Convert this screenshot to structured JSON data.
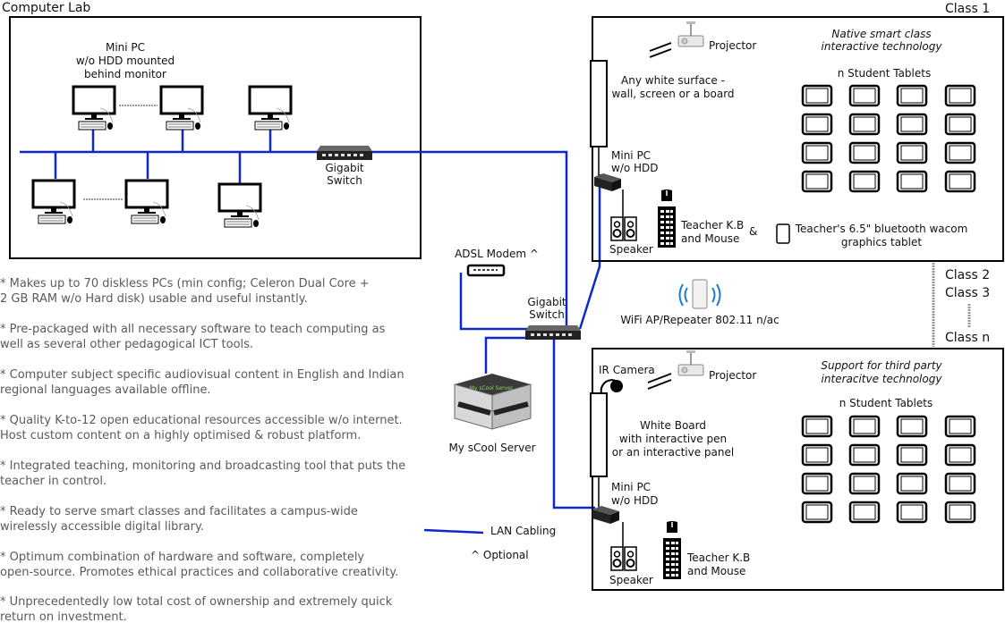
{
  "computer_lab": {
    "title": "Computer Lab",
    "mini_pc_note": [
      "Mini PC",
      "w/o HDD mounted",
      "behind monitor"
    ],
    "switch_label": [
      "Gigabit",
      "Switch"
    ]
  },
  "class1": {
    "title": "Class 1",
    "heading": [
      "Native smart class",
      "interactive technology"
    ],
    "projector": "Projector",
    "surface": [
      "Any white surface -",
      "wall, screen or a board"
    ],
    "tablets_label": "n Student Tablets",
    "mini_pc": [
      "Mini PC",
      "w/o HDD"
    ],
    "speaker": "Speaker",
    "keyboard": [
      "Teacher K.B",
      "and Mouse"
    ],
    "ampersand": "&",
    "wacom": [
      "Teacher's 6.5\" bluetooth wacom",
      "graphics tablet"
    ]
  },
  "class2": "Class 2",
  "class3": "Class 3",
  "classn": "Class n",
  "class_n": {
    "heading": [
      "Support for third party",
      "interacitve technology"
    ],
    "ir_camera": "IR Camera",
    "projector": "Projector",
    "board": [
      "White Board",
      "with interactive pen",
      "or an interactive panel"
    ],
    "tablets_label": "n Student Tablets",
    "mini_pc": [
      "Mini PC",
      "w/o HDD"
    ],
    "speaker": "Speaker",
    "keyboard": [
      "Teacher K.B",
      "and Mouse"
    ]
  },
  "network": {
    "modem": "ADSL Modem ^",
    "switch": [
      "Gigabit",
      "Switch"
    ],
    "wifi": "WiFi AP/Repeater 802.11 n/ac",
    "server": "My sCool Server",
    "server_badge": "My sCool Server"
  },
  "legend": {
    "lan": "LAN Cabling",
    "optional": "^  Optional"
  },
  "features": [
    [
      "* Makes up to 70 diskless PCs (min config; Celeron Dual Core +",
      "   2 GB RAM w/o Hard disk) usable and useful instantly."
    ],
    [
      "* Pre-packaged with all necessary software to teach computing as",
      "  well as several other pedagogical ICT tools."
    ],
    [
      "* Computer subject specific audiovisual content in English and Indian",
      "   regional languages available offline."
    ],
    [
      "* Quality K-to-12 open educational resources accessible w/o internet.",
      "   Host custom content on a highly optimised & robust platform."
    ],
    [
      "* Integrated teaching, monitoring and broadcasting tool that puts the",
      "  teacher in control."
    ],
    [
      "* Ready to serve smart classes and facilitates a campus-wide",
      "  wirelessly accessible digital library."
    ],
    [
      "* Optimum combination of hardware and software, completely",
      "  open-source. Promotes ethical practices and collaborative creativity."
    ],
    [
      "* Unprecedentedly low total cost of ownership and extremely quick",
      "  return on investment."
    ]
  ],
  "colors": {
    "lan": "#1027c9",
    "feature_text": "#5a5a5a",
    "border": "#000000"
  }
}
